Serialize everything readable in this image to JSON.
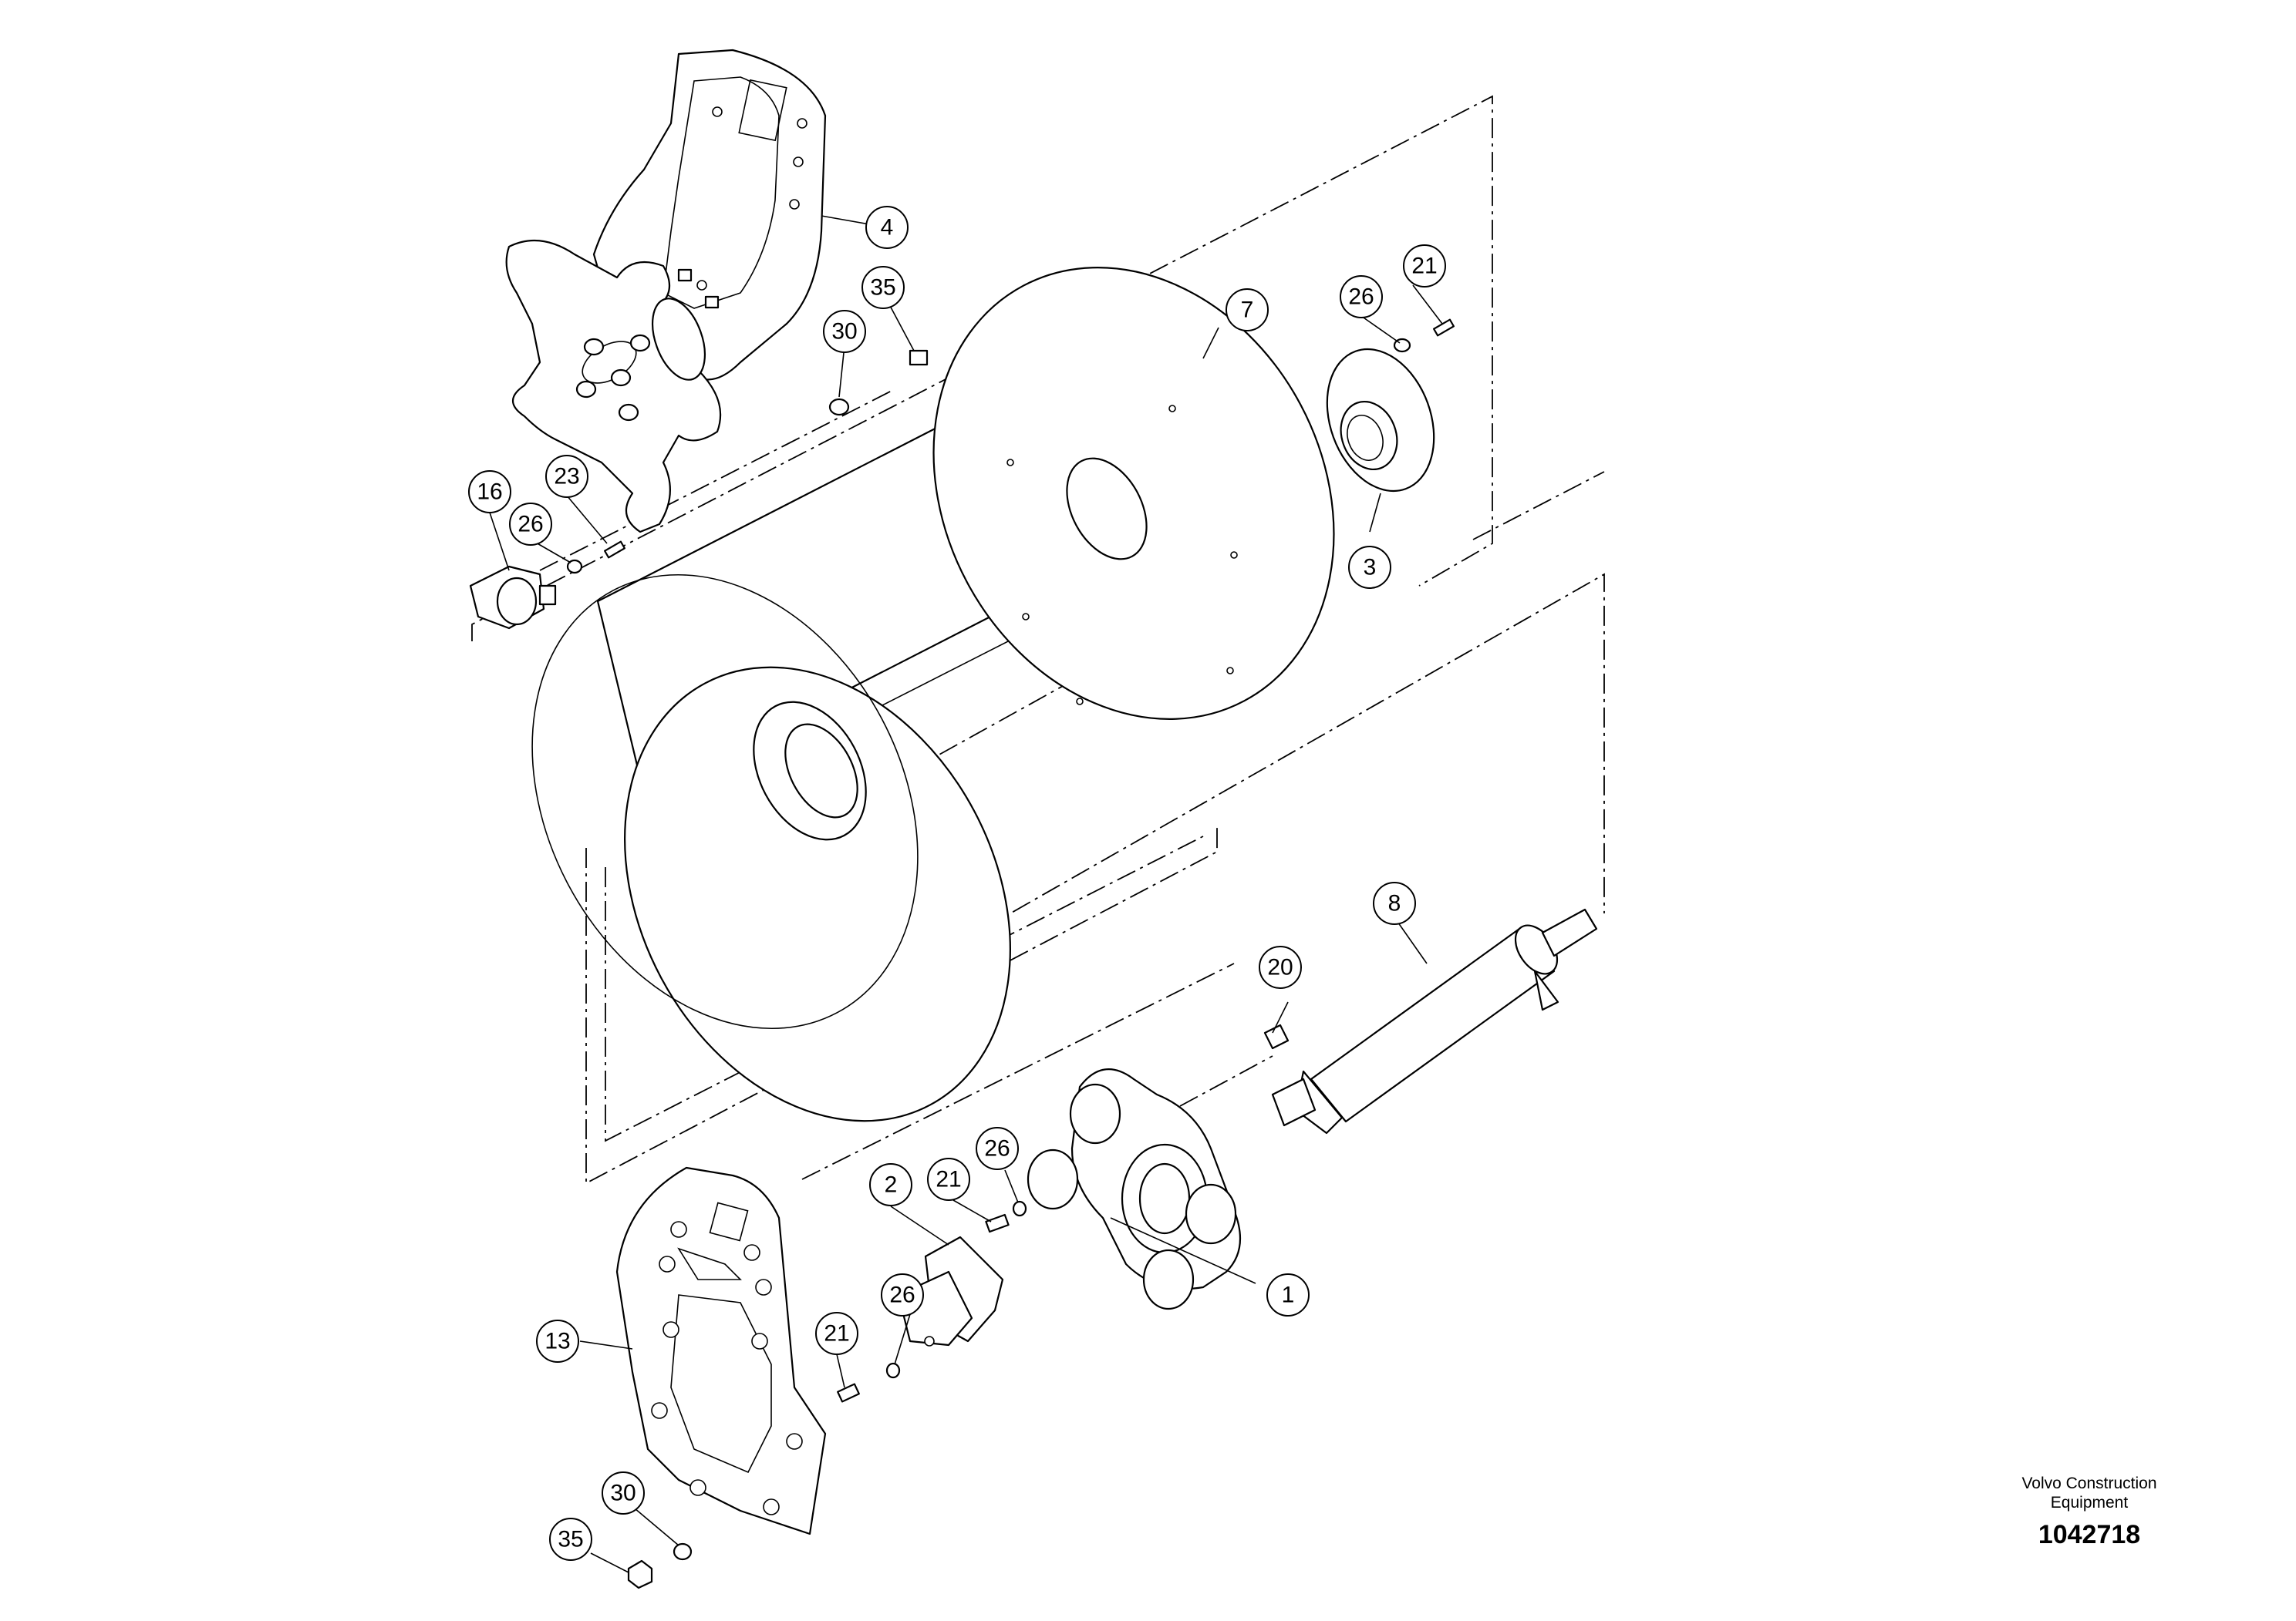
{
  "publisher": {
    "line1": "Volvo Construction",
    "line2": "Equipment"
  },
  "drawing_number": "1042718",
  "item_numbers": {
    "p1": "1",
    "p2": "2",
    "p3": "3",
    "p4": "4",
    "p7": "7",
    "p8": "8",
    "p13": "13",
    "p16": "16",
    "p20": "20",
    "p21a": "21",
    "p21b": "21",
    "p21c": "21",
    "p23": "23",
    "p26a": "26",
    "p26b": "26",
    "p26c": "26",
    "p26d": "26",
    "p30a": "30",
    "p30b": "30",
    "p35a": "35",
    "p35b": "35"
  }
}
